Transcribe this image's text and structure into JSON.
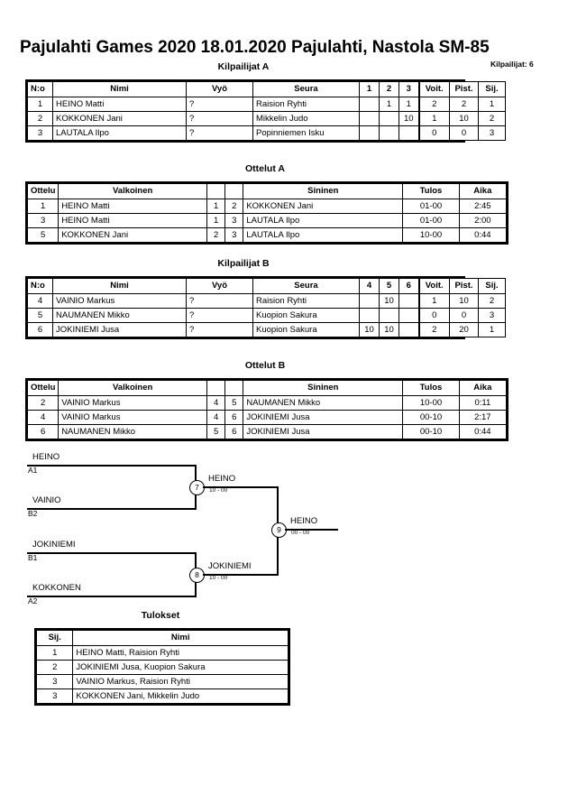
{
  "header": {
    "title": "Pajulahti Games 2020  18.01.2020  Pajulahti, Nastola   SM-85",
    "competitor_count": "Kilpailijat: 6"
  },
  "pool_a": {
    "title": "Kilpailijat A",
    "columns": [
      "N:o",
      "Nimi",
      "Vyö",
      "Seura",
      "1",
      "2",
      "3",
      "Voit.",
      "Pist.",
      "Sij."
    ],
    "rows": [
      {
        "no": "1",
        "name": "HEINO Matti",
        "belt": "?",
        "club": "Raision Ryhti",
        "m1": "",
        "m2": "1",
        "m3": "1",
        "wins": "2",
        "points": "2",
        "rank": "1"
      },
      {
        "no": "2",
        "name": "KOKKONEN Jani",
        "belt": "?",
        "club": "Mikkelin Judo",
        "m1": "",
        "m2": "",
        "m3": "10",
        "wins": "1",
        "points": "10",
        "rank": "2"
      },
      {
        "no": "3",
        "name": "LAUTALA Ilpo",
        "belt": "?",
        "club": "Popinniemen Isku",
        "m1": "",
        "m2": "",
        "m3": "",
        "wins": "0",
        "points": "0",
        "rank": "3"
      }
    ]
  },
  "matches_a": {
    "title": "Ottelut A",
    "columns": [
      "Ottelu",
      "Valkoinen",
      "",
      "",
      "Sininen",
      "Tulos",
      "Aika"
    ],
    "rows": [
      {
        "match": "1",
        "white": "HEINO Matti",
        "wno": "1",
        "bno": "2",
        "blue": "KOKKONEN Jani",
        "result": "01-00",
        "time": "2:45"
      },
      {
        "match": "3",
        "white": "HEINO Matti",
        "wno": "1",
        "bno": "3",
        "blue": "LAUTALA Ilpo",
        "result": "01-00",
        "time": "2:00"
      },
      {
        "match": "5",
        "white": "KOKKONEN Jani",
        "wno": "2",
        "bno": "3",
        "blue": "LAUTALA Ilpo",
        "result": "10-00",
        "time": "0:44"
      }
    ]
  },
  "pool_b": {
    "title": "Kilpailijat B",
    "columns": [
      "N:o",
      "Nimi",
      "Vyö",
      "Seura",
      "4",
      "5",
      "6",
      "Voit.",
      "Pist.",
      "Sij."
    ],
    "rows": [
      {
        "no": "4",
        "name": "VAINIO Markus",
        "belt": "?",
        "club": "Raision Ryhti",
        "m1": "",
        "m2": "10",
        "m3": "",
        "wins": "1",
        "points": "10",
        "rank": "2"
      },
      {
        "no": "5",
        "name": "NAUMANEN Mikko",
        "belt": "?",
        "club": "Kuopion Sakura",
        "m1": "",
        "m2": "",
        "m3": "",
        "wins": "0",
        "points": "0",
        "rank": "3"
      },
      {
        "no": "6",
        "name": "JOKINIEMI Jusa",
        "belt": "?",
        "club": "Kuopion Sakura",
        "m1": "10",
        "m2": "10",
        "m3": "",
        "wins": "2",
        "points": "20",
        "rank": "1"
      }
    ]
  },
  "matches_b": {
    "title": "Ottelut B",
    "columns": [
      "Ottelu",
      "Valkoinen",
      "",
      "",
      "Sininen",
      "Tulos",
      "Aika"
    ],
    "rows": [
      {
        "match": "2",
        "white": "VAINIO Markus",
        "wno": "4",
        "bno": "5",
        "blue": "NAUMANEN Mikko",
        "result": "10-00",
        "time": "0:11"
      },
      {
        "match": "4",
        "white": "VAINIO Markus",
        "wno": "4",
        "bno": "6",
        "blue": "JOKINIEMI Jusa",
        "result": "00-10",
        "time": "2:17"
      },
      {
        "match": "6",
        "white": "NAUMANEN Mikko",
        "wno": "5",
        "bno": "6",
        "blue": "JOKINIEMI Jusa",
        "result": "00-10",
        "time": "0:44"
      }
    ]
  },
  "bracket": {
    "entries": [
      {
        "name": "HEINO",
        "seed": "A1"
      },
      {
        "name": "VAINIO",
        "seed": "B2"
      },
      {
        "name": "JOKINIEMI",
        "seed": "B1"
      },
      {
        "name": "KOKKONEN",
        "seed": "A2"
      }
    ],
    "nodes": [
      {
        "id": "7",
        "winner": "HEINO",
        "score": "10 - 00"
      },
      {
        "id": "8",
        "winner": "JOKINIEMI",
        "score": "10 - 00"
      },
      {
        "id": "9",
        "winner": "HEINO",
        "score": "00 - 00"
      }
    ]
  },
  "results": {
    "title": "Tulokset",
    "columns": [
      "Sij.",
      "Nimi"
    ],
    "rows": [
      {
        "rank": "1",
        "name": "HEINO Matti, Raision Ryhti"
      },
      {
        "rank": "2",
        "name": "JOKINIEMI Jusa, Kuopion Sakura"
      },
      {
        "rank": "3",
        "name": "VAINIO Markus, Raision Ryhti"
      },
      {
        "rank": "3",
        "name": "KOKKONEN Jani, Mikkelin Judo"
      }
    ]
  }
}
